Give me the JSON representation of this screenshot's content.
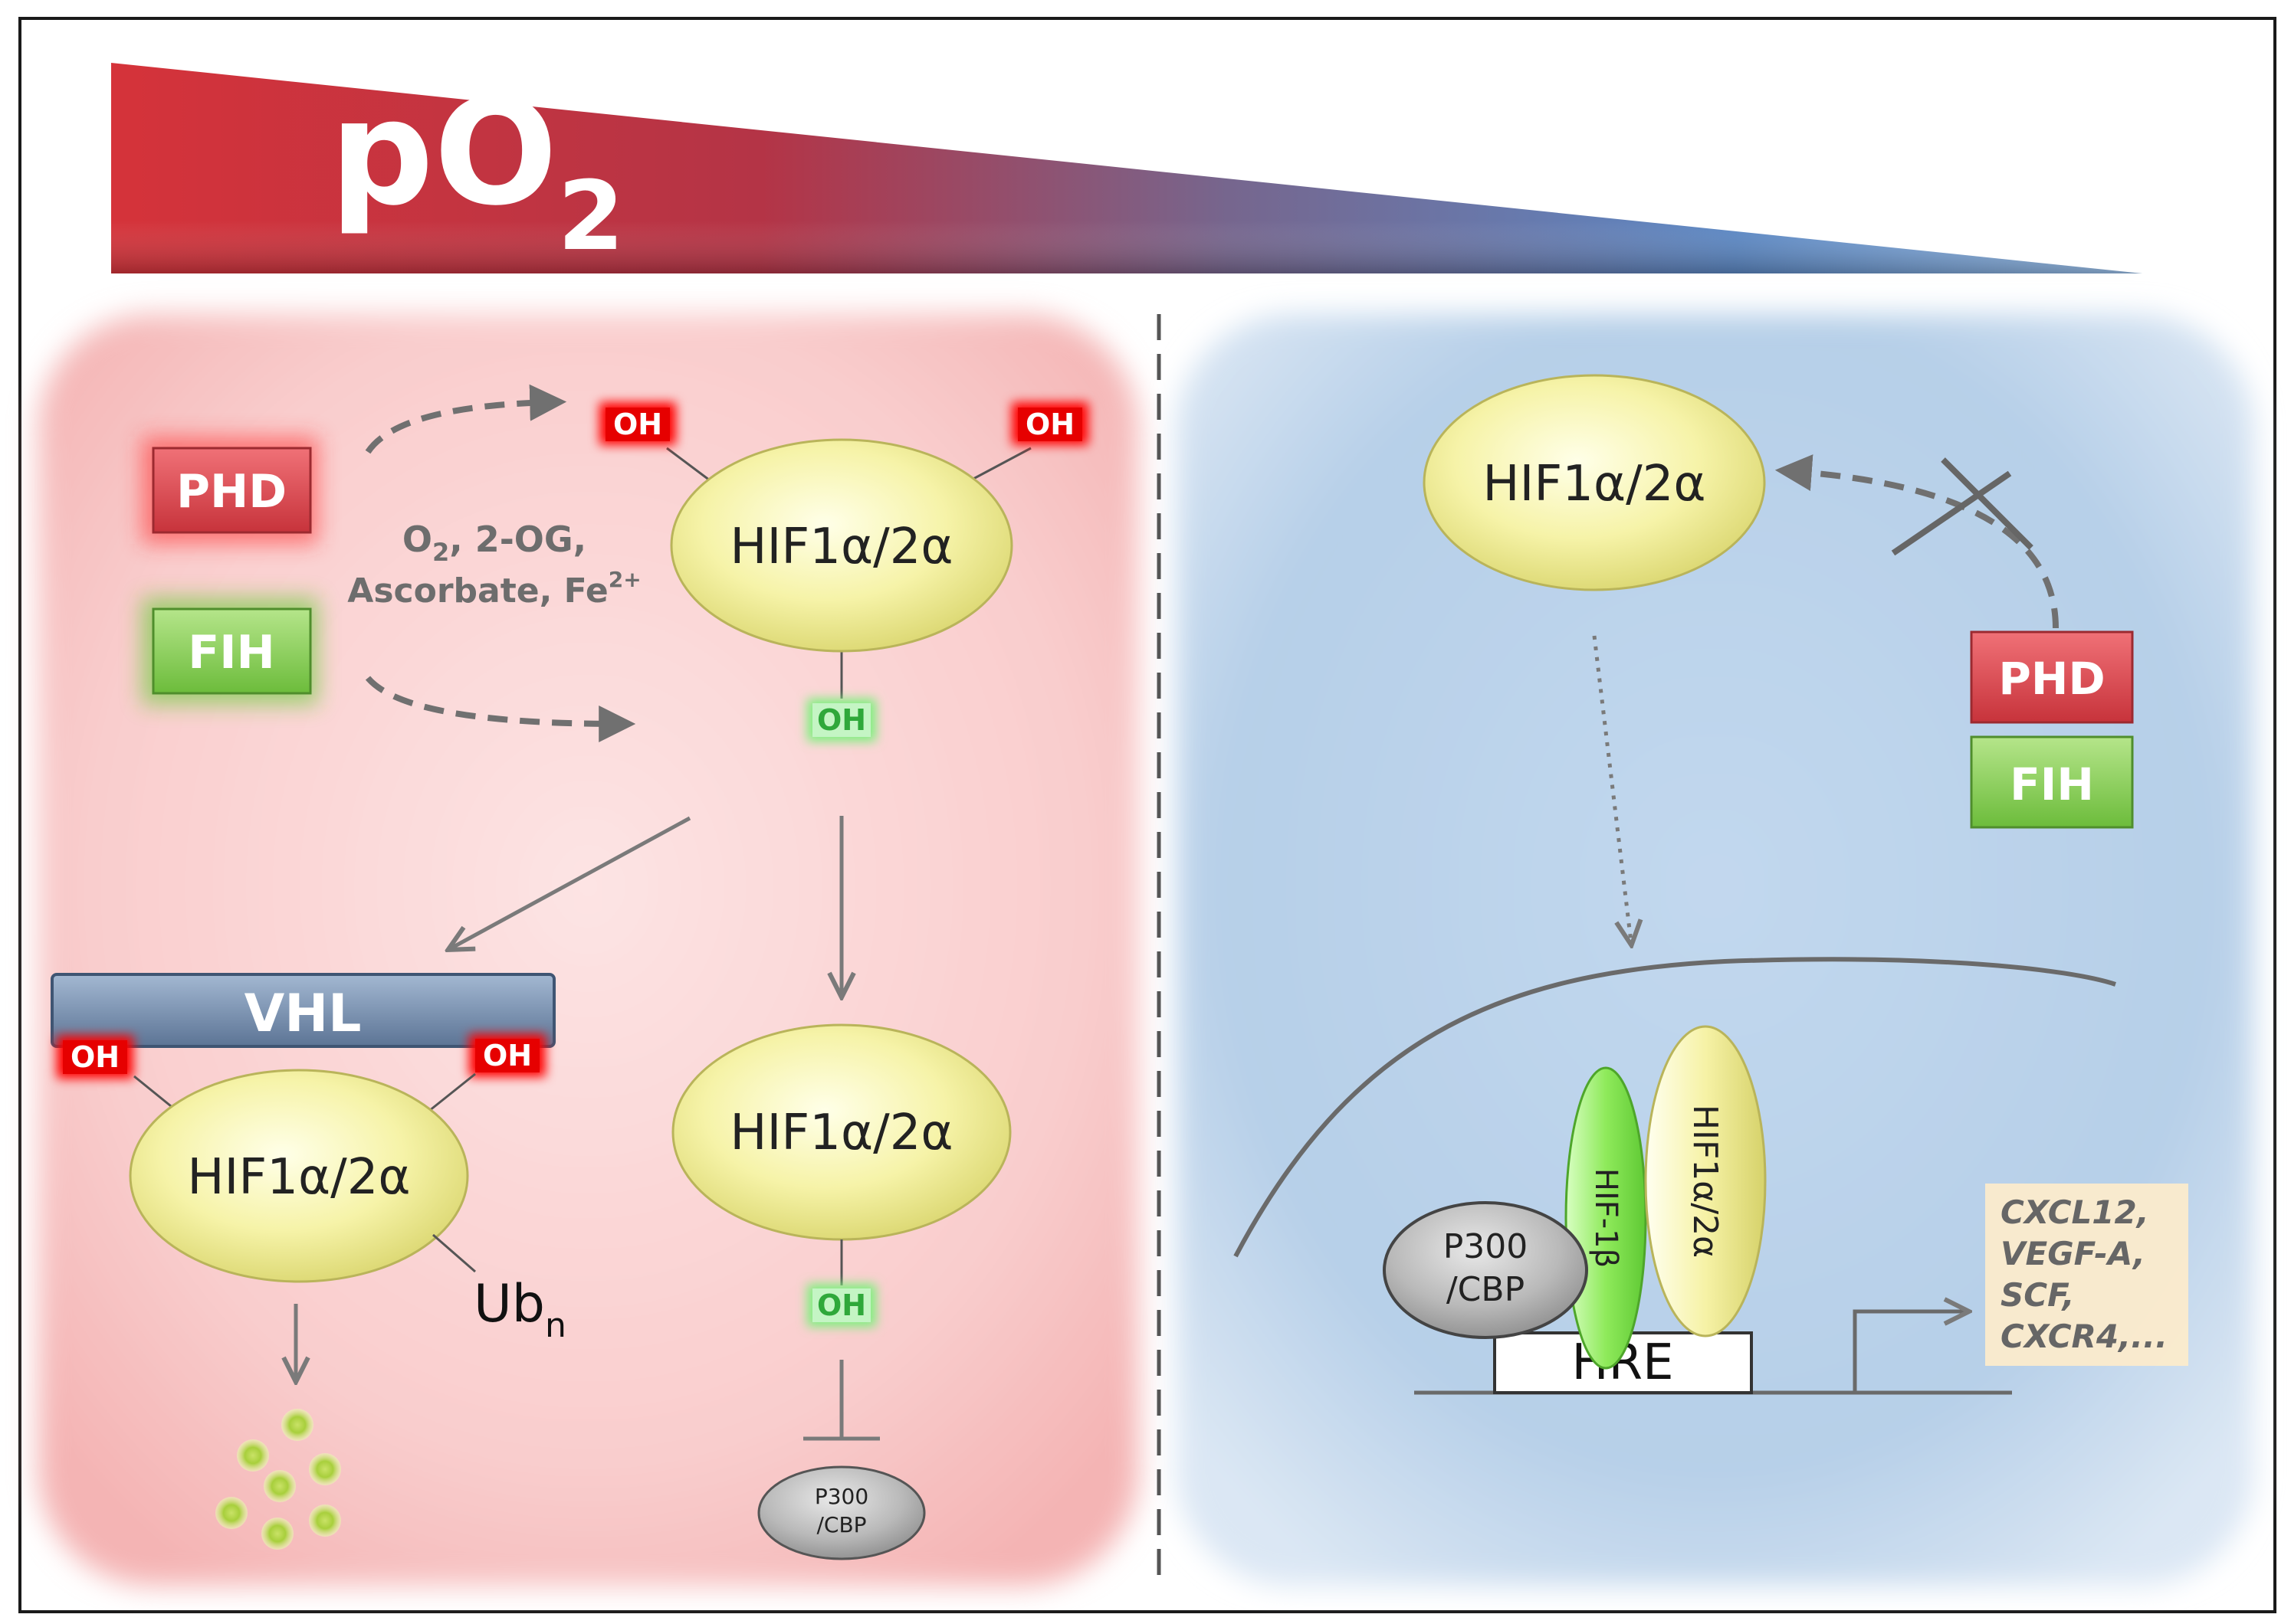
{
  "header": {
    "gradient_label": "pO",
    "gradient_sub": "2"
  },
  "left_panel": {
    "enzyme_phd": "PHD",
    "enzyme_fih": "FIH",
    "cofactors_line1_main": "O",
    "cofactors_line1_sub": "2",
    "cofactors_line1_rest": ", 2-OG,",
    "cofactors_line2_main": "Ascorbate, Fe",
    "cofactors_line2_sup": "2+",
    "hif_top": "HIF1α/2α",
    "oh_label": "OH",
    "vhl_label": "VHL",
    "hif_bottom_left": "HIF1α/2α",
    "ub_main": "Ub",
    "ub_sub": "n",
    "hif_bottom_right": "HIF1α/2α",
    "p300_line1": "P300",
    "p300_line2": "/CBP"
  },
  "right_panel": {
    "hif_top": "HIF1α/2α",
    "enzyme_phd": "PHD",
    "enzyme_fih": "FIH",
    "hif1b_label": "HIF-1β",
    "hif_alpha_vertical": "HIF1α/2α",
    "p300_line1": "P300",
    "p300_line2": "/CBP",
    "hre_label": "HRE",
    "target_genes": [
      "CXCL12,",
      "VEGF-A,",
      "SCF,",
      "CXCR4,..."
    ]
  },
  "colors": {
    "normoxia_bg": "#f9c9c9",
    "hypoxia_bg": "#b9d3ea",
    "phd_red": "#e0424a",
    "fih_green": "#8fd15a",
    "hif_yellow": "#f4f0a0",
    "vhl_blue": "#7f96b3",
    "oh_red": "#e60000",
    "oh_green": "#5fd35f",
    "gene_box": "#fdf0cf"
  }
}
